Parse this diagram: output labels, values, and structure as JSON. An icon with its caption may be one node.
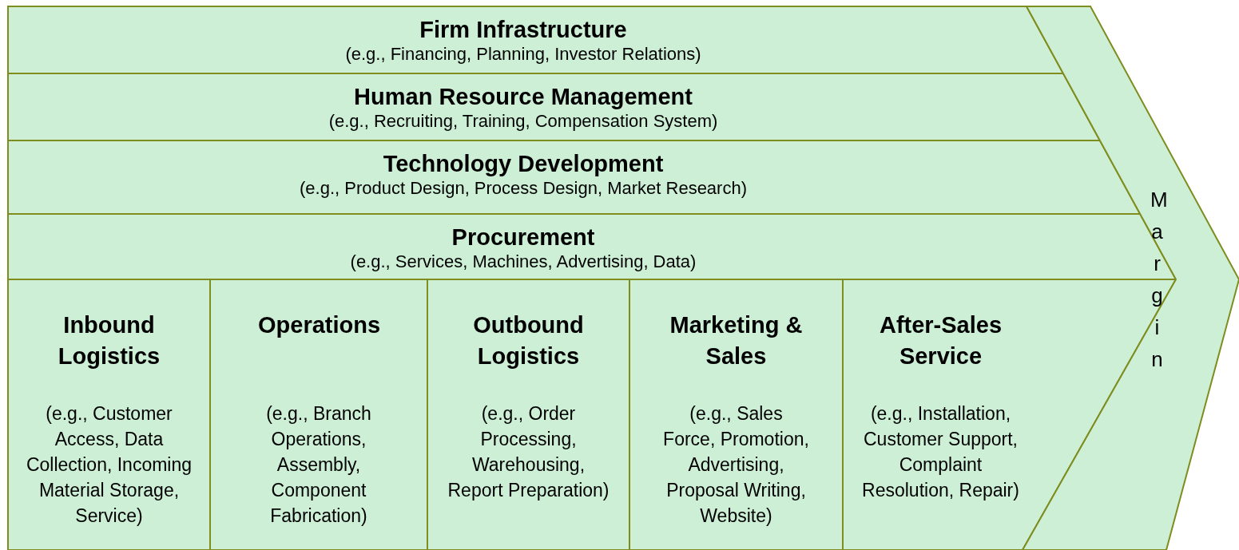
{
  "diagram": {
    "nodes": [
      {
        "text": [
          "Firm Infrastructure",
          "(e.g., Financing, Planning, Investor Relations)"
        ]
      },
      {
        "text": [
          "Human Resource Management",
          "(e.g., Recruiting, Training, Compensation System)"
        ]
      },
      {
        "text": [
          "Technology Development",
          "(e.g., Product Design, Process Design, Market Research)"
        ]
      },
      {
        "text": [
          "Procurement",
          "(e.g., Services, Machines, Advertising, Data)"
        ]
      },
      {
        "text": [
          "Inbound Logistics",
          "(e.g., Customer Access, Data Collection, Incoming Material Storage, Service)"
        ]
      },
      {
        "text": [
          "Operations",
          "(e.g., Branch Operations, Assembly, Component Fabrication)"
        ]
      },
      {
        "text": [
          "Outbound Logistics",
          "(e.g., Order Processing, Warehousing, Report Preparation)"
        ]
      },
      {
        "text": [
          "Marketing & Sales",
          "(e.g., Sales Force, Promotion, Advertising, Proposal Writing, Website)"
        ]
      },
      {
        "text": [
          "After-Sales Service",
          "(e.g., Installation, Customer Support, Complaint Resolution, Repair)"
        ]
      },
      {
        "text": [
          "Margin"
        ]
      }
    ],
    "edges": []
  }
}
